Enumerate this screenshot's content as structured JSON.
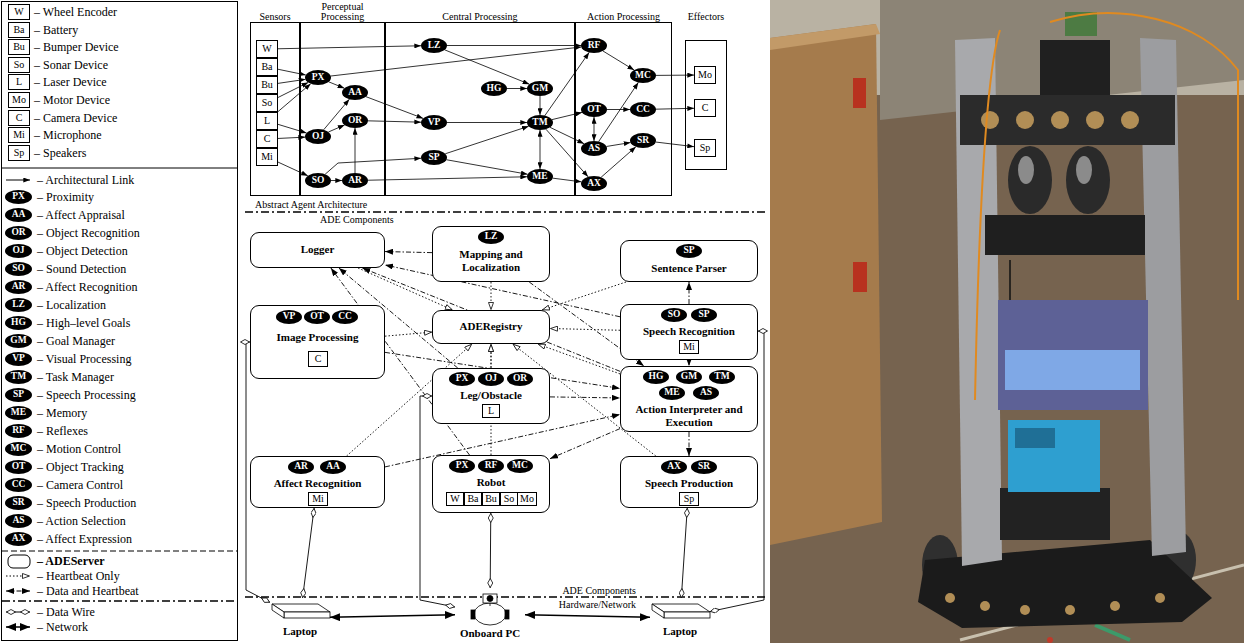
{
  "diagram": {
    "nodes": [
      {
        "text": [
          "Sensors"
        ]
      },
      {
        "text": [
          "W"
        ],
        "in": 0
      },
      {
        "text": [
          "Ba"
        ],
        "in": 0
      },
      {
        "text": [
          "Bu"
        ],
        "in": 0
      },
      {
        "text": [
          "So"
        ],
        "in": 0
      },
      {
        "text": [
          "L"
        ],
        "in": 0
      },
      {
        "text": [
          "C"
        ],
        "in": 0
      },
      {
        "text": [
          "Mi"
        ],
        "in": 0
      },
      {
        "text": [
          "Perceptual Processing"
        ]
      },
      {
        "text": [
          "PX"
        ],
        "in": 8
      },
      {
        "text": [
          "AA"
        ],
        "in": 8
      },
      {
        "text": [
          "OR"
        ],
        "in": 8
      },
      {
        "text": [
          "OJ"
        ],
        "in": 8
      },
      {
        "text": [
          "SO"
        ],
        "in": 8
      },
      {
        "text": [
          "AR"
        ],
        "in": 8
      },
      {
        "text": [
          "Central Processing"
        ]
      },
      {
        "text": [
          "LZ"
        ],
        "in": 15
      },
      {
        "text": [
          "HG"
        ],
        "in": 15
      },
      {
        "text": [
          "GM"
        ],
        "in": 15
      },
      {
        "text": [
          "VP"
        ],
        "in": 15
      },
      {
        "text": [
          "TM"
        ],
        "in": 15
      },
      {
        "text": [
          "SP"
        ],
        "in": 15
      },
      {
        "text": [
          "ME"
        ],
        "in": 15
      },
      {
        "text": [
          "Action Processing"
        ]
      },
      {
        "text": [
          "RF"
        ],
        "in": 23
      },
      {
        "text": [
          "MC"
        ],
        "in": 23
      },
      {
        "text": [
          "OT"
        ],
        "in": 23
      },
      {
        "text": [
          "CC"
        ],
        "in": 23
      },
      {
        "text": [
          "AS"
        ],
        "in": 23
      },
      {
        "text": [
          "SR"
        ],
        "in": 23
      },
      {
        "text": [
          "AX"
        ],
        "in": 23
      },
      {
        "text": [
          "Effectors"
        ]
      },
      {
        "text": [
          "Mo"
        ],
        "in": 31
      },
      {
        "text": [
          "C"
        ],
        "in": 31
      },
      {
        "text": [
          "Sp"
        ],
        "in": 31
      },
      {
        "text": [
          "Logger"
        ]
      },
      {
        "text": [
          "Mapping and Localization"
        ]
      },
      {
        "text": [
          "LZ"
        ],
        "in": 36
      },
      {
        "text": [
          "Sentence Parser"
        ]
      },
      {
        "text": [
          "SP"
        ],
        "in": 38
      },
      {
        "text": [
          "Image Processing"
        ]
      },
      {
        "text": [
          "VP"
        ],
        "in": 40
      },
      {
        "text": [
          "OT"
        ],
        "in": 40
      },
      {
        "text": [
          "CC"
        ],
        "in": 40
      },
      {
        "text": [
          "C"
        ],
        "in": 40
      },
      {
        "text": [
          "ADERegistry"
        ]
      },
      {
        "text": [
          "Speech Recognition"
        ]
      },
      {
        "text": [
          "SO"
        ],
        "in": 46
      },
      {
        "text": [
          "SP"
        ],
        "in": 46
      },
      {
        "text": [
          "Mi"
        ],
        "in": 46
      },
      {
        "text": [
          "Leg/Obstacle"
        ]
      },
      {
        "text": [
          "PX"
        ],
        "in": 50
      },
      {
        "text": [
          "OJ"
        ],
        "in": 50
      },
      {
        "text": [
          "OR"
        ],
        "in": 50
      },
      {
        "text": [
          "L"
        ],
        "in": 50
      },
      {
        "text": [
          "Action Interpreter and Execution"
        ]
      },
      {
        "text": [
          "HG"
        ],
        "in": 55
      },
      {
        "text": [
          "GM"
        ],
        "in": 55
      },
      {
        "text": [
          "TM"
        ],
        "in": 55
      },
      {
        "text": [
          "ME"
        ],
        "in": 55
      },
      {
        "text": [
          "AS"
        ],
        "in": 55
      },
      {
        "text": [
          "Affect Recognition"
        ]
      },
      {
        "text": [
          "AR"
        ],
        "in": 61
      },
      {
        "text": [
          "AA"
        ],
        "in": 61
      },
      {
        "text": [
          "Mi"
        ],
        "in": 61
      },
      {
        "text": [
          "Robot"
        ]
      },
      {
        "text": [
          "PX"
        ],
        "in": 65
      },
      {
        "text": [
          "RF"
        ],
        "in": 65
      },
      {
        "text": [
          "MC"
        ],
        "in": 65
      },
      {
        "text": [
          "W"
        ],
        "in": 65
      },
      {
        "text": [
          "Ba"
        ],
        "in": 65
      },
      {
        "text": [
          "Bu"
        ],
        "in": 65
      },
      {
        "text": [
          "So"
        ],
        "in": 65
      },
      {
        "text": [
          "Mo"
        ],
        "in": 65
      },
      {
        "text": [
          "Speech Production"
        ]
      },
      {
        "text": [
          "AX"
        ],
        "in": 74
      },
      {
        "text": [
          "SR"
        ],
        "in": 74
      },
      {
        "text": [
          "Sp"
        ],
        "in": 74
      },
      {
        "text": [
          "Laptop"
        ]
      },
      {
        "text": [
          "Onboard PC"
        ]
      },
      {
        "text": [
          "Laptop"
        ]
      }
    ],
    "edges": [
      {
        "from": 1,
        "to": 16,
        "arrow": "to"
      },
      {
        "from": 2,
        "to": 9,
        "arrow": "to"
      },
      {
        "from": 3,
        "to": 9,
        "arrow": "to"
      },
      {
        "from": 4,
        "to": 9,
        "arrow": "to"
      },
      {
        "from": 5,
        "to": 9,
        "arrow": "to"
      },
      {
        "from": 5,
        "to": 12,
        "arrow": "to"
      },
      {
        "from": 6,
        "to": 12,
        "arrow": "to"
      },
      {
        "from": 7,
        "to": 13,
        "arrow": "to"
      },
      {
        "from": 9,
        "to": 10,
        "arrow": "to"
      },
      {
        "from": 9,
        "to": 24,
        "arrow": "to"
      },
      {
        "from": 12,
        "to": 11,
        "arrow": "to"
      },
      {
        "from": 12,
        "to": 10,
        "arrow": "to"
      },
      {
        "from": 13,
        "to": 14,
        "arrow": "to"
      },
      {
        "from": 14,
        "to": 11,
        "arrow": "to"
      },
      {
        "from": 11,
        "to": 19,
        "arrow": "to"
      },
      {
        "from": 10,
        "to": 19,
        "arrow": "to"
      },
      {
        "from": 13,
        "to": 21,
        "arrow": "to"
      },
      {
        "from": 16,
        "to": 18,
        "arrow": "to"
      },
      {
        "from": 17,
        "to": 18,
        "arrow": "to"
      },
      {
        "from": 18,
        "to": 20,
        "arrow": "to"
      },
      {
        "from": 19,
        "to": 20,
        "arrow": "to"
      },
      {
        "from": 21,
        "to": 20,
        "arrow": "to"
      },
      {
        "from": 20,
        "to": 22,
        "arrow": "both"
      },
      {
        "from": 14,
        "to": 22,
        "arrow": "to"
      },
      {
        "from": 20,
        "to": 24,
        "arrow": "to"
      },
      {
        "from": 20,
        "to": 26,
        "arrow": "to"
      },
      {
        "from": 20,
        "to": 28,
        "arrow": "to"
      },
      {
        "from": 20,
        "to": 30,
        "arrow": "to"
      },
      {
        "from": 21,
        "to": 22,
        "arrow": "to"
      },
      {
        "from": 16,
        "to": 24,
        "arrow": "to"
      },
      {
        "from": 24,
        "to": 25,
        "arrow": "to"
      },
      {
        "from": 26,
        "to": 27,
        "arrow": "to"
      },
      {
        "from": 28,
        "to": 29,
        "arrow": "to"
      },
      {
        "from": 28,
        "to": 25,
        "arrow": "to"
      },
      {
        "from": 30,
        "to": 29,
        "arrow": "to"
      },
      {
        "from": 22,
        "to": 30,
        "arrow": "to"
      },
      {
        "from": 25,
        "to": 32,
        "arrow": "to"
      },
      {
        "from": 27,
        "to": 33,
        "arrow": "to"
      },
      {
        "from": 29,
        "to": 34,
        "arrow": "to"
      },
      {
        "from": 26,
        "to": 28,
        "arrow": "both"
      },
      {
        "from": 35,
        "to": 45,
        "arrow": "to"
      },
      {
        "from": 36,
        "to": 45,
        "arrow": "to"
      },
      {
        "from": 38,
        "to": 45,
        "arrow": "to"
      },
      {
        "from": 40,
        "to": 45,
        "arrow": "to"
      },
      {
        "from": 46,
        "to": 45,
        "arrow": "to"
      },
      {
        "from": 50,
        "to": 45,
        "arrow": "to"
      },
      {
        "from": 55,
        "to": 45,
        "arrow": "to"
      },
      {
        "from": 61,
        "to": 45,
        "arrow": "to"
      },
      {
        "from": 65,
        "to": 45,
        "arrow": "to"
      },
      {
        "from": 74,
        "to": 45,
        "arrow": "to"
      },
      {
        "from": 36,
        "to": 35,
        "arrow": "to"
      },
      {
        "from": 50,
        "to": 35,
        "arrow": "to"
      },
      {
        "from": 55,
        "to": 35,
        "arrow": "to"
      },
      {
        "from": 46,
        "to": 35,
        "arrow": "to"
      },
      {
        "from": 65,
        "to": 35,
        "arrow": "to"
      },
      {
        "from": 46,
        "to": 38,
        "arrow": "to"
      },
      {
        "from": 46,
        "to": 55,
        "arrow": "to"
      },
      {
        "from": 55,
        "to": 74,
        "arrow": "to"
      },
      {
        "from": 55,
        "to": 65,
        "arrow": "to"
      },
      {
        "from": 50,
        "to": 55,
        "arrow": "to"
      },
      {
        "from": 40,
        "to": 55,
        "arrow": "to"
      },
      {
        "from": 61,
        "to": 55,
        "arrow": "to"
      },
      {
        "from": 36,
        "to": 55,
        "arrow": "to"
      },
      {
        "from": 78,
        "to": 79,
        "arrow": "both"
      },
      {
        "from": 79,
        "to": 80,
        "arrow": "both"
      },
      {
        "from": 40,
        "to": 78,
        "arrow": "both"
      },
      {
        "from": 61,
        "to": 78,
        "arrow": "both"
      },
      {
        "from": 50,
        "to": 79,
        "arrow": "both"
      },
      {
        "from": 65,
        "to": 79,
        "arrow": "both"
      },
      {
        "from": 46,
        "to": 80,
        "arrow": "both"
      },
      {
        "from": 74,
        "to": 80,
        "arrow": "both"
      }
    ],
    "labels": [
      "W",
      "Ba",
      "Bu",
      "So",
      "L",
      "Mo",
      "C",
      "Mi",
      "Sp",
      "PX",
      "AA",
      "OR",
      "OJ",
      "SO",
      "AR",
      "LZ",
      "HG",
      "GM",
      "VP",
      "TM",
      "SP",
      "ME",
      "RF",
      "MC",
      "OT",
      "CC",
      "SR",
      "AS",
      "AX",
      "Abstract Agent Architecture",
      "ADE Components",
      "ADE Components",
      "Hardware/Network"
    ],
    "legend": [
      {
        "text": "– Wheel Encoder"
      },
      {
        "text": "– Battery"
      },
      {
        "text": "– Bumper Device"
      },
      {
        "text": "– Sonar Device"
      },
      {
        "text": "– Laser Device"
      },
      {
        "text": "– Motor Device"
      },
      {
        "text": "– Camera Device"
      },
      {
        "text": "– Microphone"
      },
      {
        "text": "– Speakers"
      },
      {
        "text": "– Architectural Link"
      },
      {
        "text": "– Proximity"
      },
      {
        "text": "– Affect Appraisal"
      },
      {
        "text": "– Object Recognition"
      },
      {
        "text": "– Object Detection"
      },
      {
        "text": "– Sound Detection"
      },
      {
        "text": "– Affect Recognition"
      },
      {
        "text": "– Localization"
      },
      {
        "text": "– High–level Goals"
      },
      {
        "text": "– Goal Manager"
      },
      {
        "text": "– Visual Processing"
      },
      {
        "text": "– Task Manager"
      },
      {
        "text": "– Speech Processing"
      },
      {
        "text": "– Memory"
      },
      {
        "text": "– Reflexes"
      },
      {
        "text": "– Motion Control"
      },
      {
        "text": "– Object Tracking"
      },
      {
        "text": "– Camera Control"
      },
      {
        "text": "– Speech Production"
      },
      {
        "text": "– Action Selection"
      },
      {
        "text": "– Affect Expression"
      },
      {
        "text": "– ADEServer"
      },
      {
        "text": "– Heartbeat Only"
      },
      {
        "text": "– Data and Heartbeat"
      },
      {
        "text": "– Data Wire"
      },
      {
        "text": "– Network"
      }
    ]
  }
}
